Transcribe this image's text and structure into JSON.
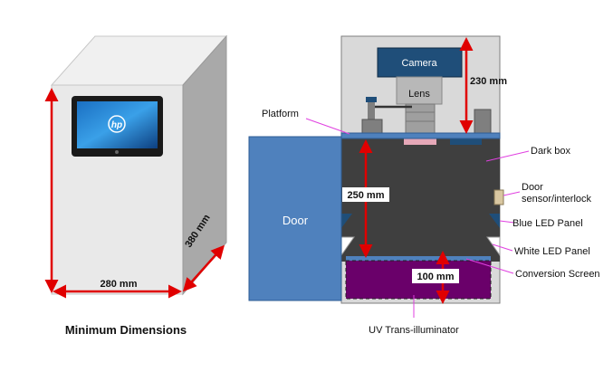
{
  "left": {
    "dim_width": "280 mm",
    "dim_depth": "380 mm",
    "caption": "Minimum Dimensions",
    "tablet_logo": "hp"
  },
  "right": {
    "camera": "Camera",
    "lens": "Lens",
    "door": "Door",
    "dim_top": "230 mm",
    "dim_middle": "250 mm",
    "dim_bottom": "100 mm",
    "callouts": {
      "platform": "Platform",
      "dark_box": "Dark box",
      "door_sensor_line1": "Door",
      "door_sensor_line2": "sensor/interlock",
      "blue_led": "Blue LED Panel",
      "white_led": "White LED Panel",
      "conversion_screen": "Conversion Screen",
      "uv": "UV Trans-illuminator"
    }
  },
  "colors": {
    "dimension_arrow": "#e00000",
    "callout_line": "#e040e0",
    "door": "#4f81bd",
    "dark_box": "#3f3f3f",
    "uv_box": "#6a006a",
    "camera": "#1f4e79",
    "platform": "#4f81bd",
    "outer_box": "#d9d9d9"
  }
}
